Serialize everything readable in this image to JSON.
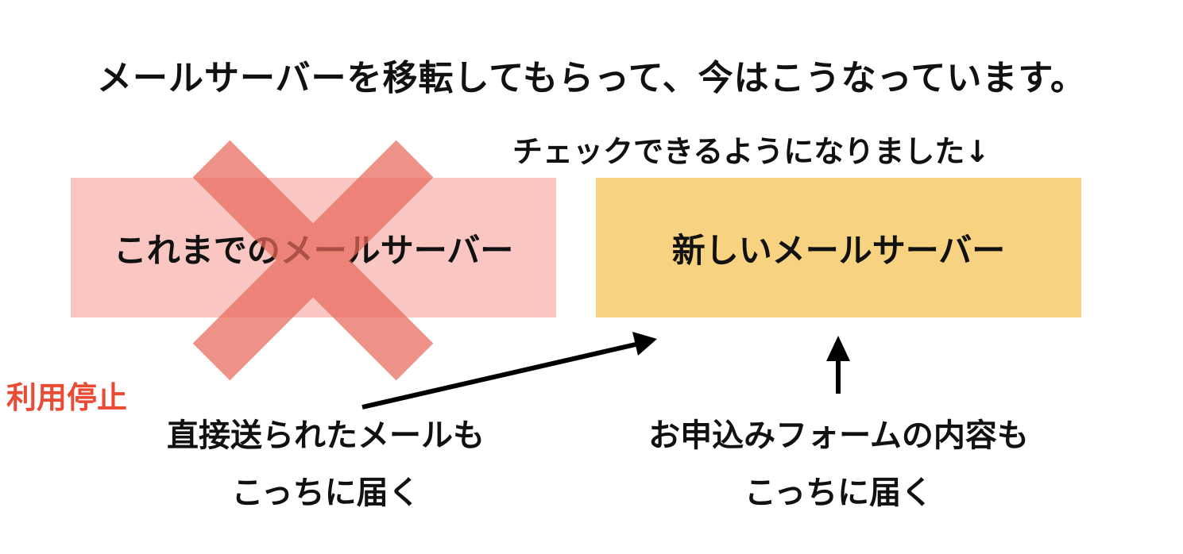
{
  "heading": "メールサーバーを移転してもらって、今はこうなっています。",
  "subnote": "チェックできるようになりました↓",
  "old_server": {
    "label": "これまでのメールサーバー",
    "color": "#f9c6c1"
  },
  "new_server": {
    "label": "新しいメールサーバー",
    "color": "#f7d381"
  },
  "cross_mark": {
    "icon": "cross-icon",
    "color": "#e8695d"
  },
  "stopped_label": {
    "text": "利用停止",
    "color": "#e94b35"
  },
  "caption_direct": {
    "line1": "直接送られたメールも",
    "line2": "こっちに届く"
  },
  "caption_form": {
    "line1": "お申込みフォームの内容も",
    "line2": "こっちに届く"
  },
  "arrow_color": "#000000"
}
